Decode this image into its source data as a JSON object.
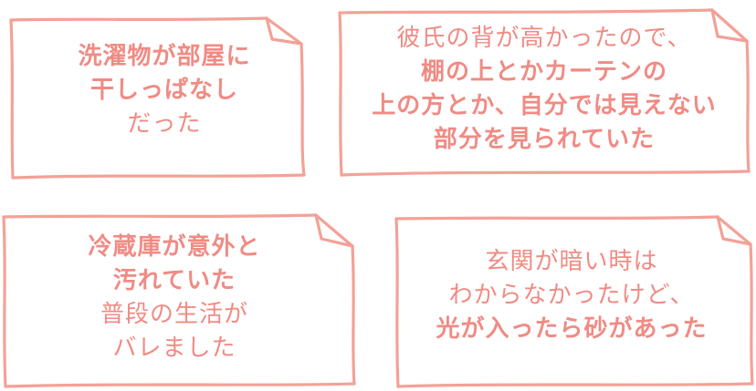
{
  "theme": {
    "text_color": "#f08b84",
    "frame_color": "#f3a197"
  },
  "notes": [
    {
      "lines": [
        {
          "text": "洗濯物が部屋に",
          "weight": "bold"
        },
        {
          "text": "干しっぱなし",
          "weight": "bold"
        },
        {
          "text": "だった",
          "weight": "light"
        }
      ]
    },
    {
      "lines": [
        {
          "text": "彼氏の背が高かったので、",
          "weight": "light"
        },
        {
          "text": "棚の上とかカーテンの",
          "weight": "bold"
        },
        {
          "text": "上の方とか、自分では見えない",
          "weight": "bold"
        },
        {
          "text": "部分を見られていた",
          "weight": "bold"
        }
      ]
    },
    {
      "lines": [
        {
          "text": "冷蔵庫が意外と",
          "weight": "bold"
        },
        {
          "text": "汚れていた",
          "weight": "bold"
        },
        {
          "text": "普段の生活が",
          "weight": "light"
        },
        {
          "text": "バレました",
          "weight": "light"
        }
      ]
    },
    {
      "lines": [
        {
          "text": "玄関が暗い時は",
          "weight": "light"
        },
        {
          "text": "わからなかったけど、",
          "weight": "light"
        },
        {
          "text": "光が入ったら砂があった",
          "weight": "bold"
        }
      ]
    }
  ]
}
